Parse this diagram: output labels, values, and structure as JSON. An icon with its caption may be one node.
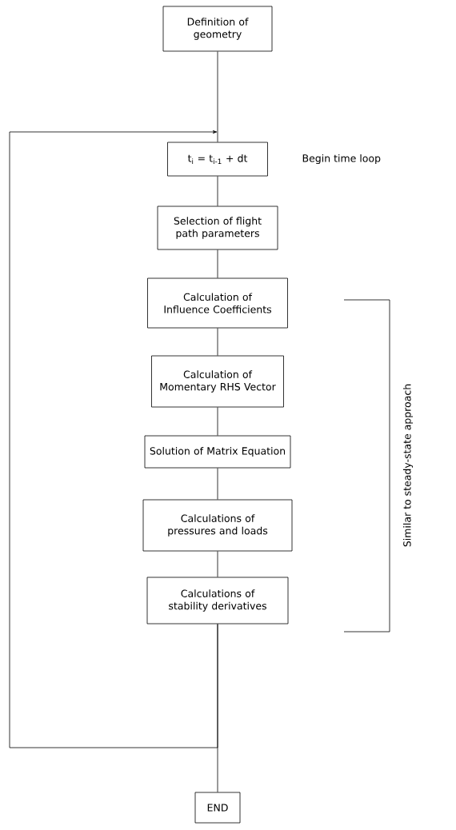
{
  "diagram": {
    "nodes": [
      {
        "text": [
          "Definition of geometry"
        ]
      },
      {
        "text": [
          "t$_{i}$ = t$_{i-1}$ + dt"
        ],
        "beside": [
          "Begin time loop"
        ]
      },
      {
        "text": [
          "Selection of flight path parameters"
        ]
      },
      {
        "text": [
          "Calculation of Influence Coefficients"
        ]
      },
      {
        "text": [
          "Calculation of Momentary RHS Vector"
        ]
      },
      {
        "text": [
          "Solution of Matrix Equation"
        ]
      },
      {
        "text": [
          "Calculations of pressures and loads"
        ]
      },
      {
        "text": [
          "Calculations of stability derivatives"
        ]
      },
      {
        "text": [
          "END"
        ]
      }
    ],
    "edges": [
      {
        "from": 0,
        "to": 1,
        "arrow": "none"
      },
      {
        "from": 1,
        "to": 2,
        "arrow": "none"
      },
      {
        "from": 2,
        "to": 3,
        "arrow": "none"
      },
      {
        "from": 3,
        "to": 4,
        "arrow": "none"
      },
      {
        "from": 4,
        "to": 5,
        "arrow": "none"
      },
      {
        "from": 5,
        "to": 6,
        "arrow": "none"
      },
      {
        "from": 6,
        "to": 7,
        "arrow": "none"
      },
      {
        "from": 7,
        "to": 8,
        "arrow": "none"
      },
      {
        "from": 7,
        "to": 1,
        "arrow": "to"
      }
    ],
    "labels": [
      "Similar to steady-state approach"
    ]
  }
}
